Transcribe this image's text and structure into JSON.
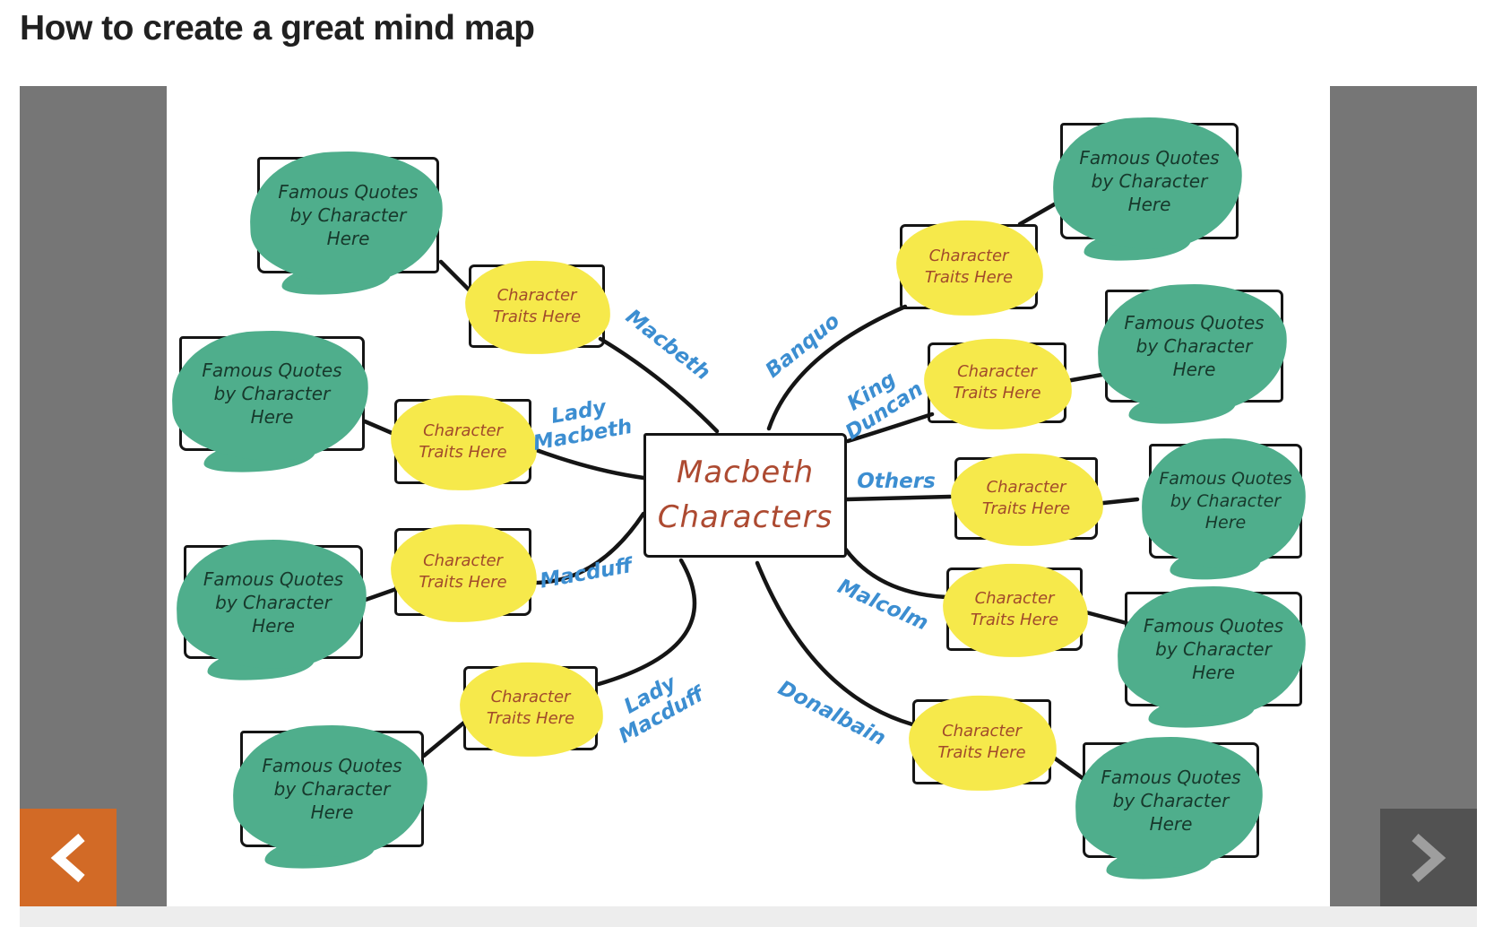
{
  "title": "How to create a great mind map",
  "diagram": {
    "center_title": "Macbeth Characters",
    "traits_box_text": "Character Traits Here",
    "quotes_box_text": "Famous Quotes by Character Here",
    "branches": [
      {
        "name": "Macbeth"
      },
      {
        "name": "Lady Macbeth"
      },
      {
        "name": "Macduff"
      },
      {
        "name": "Lady Macduff"
      },
      {
        "name": "Banquo"
      },
      {
        "name": "King Duncan"
      },
      {
        "name": "Others"
      },
      {
        "name": "Malcolm"
      },
      {
        "name": "Donalbain"
      }
    ]
  },
  "nav": {
    "prev_icon": "chevron-left",
    "next_icon": "chevron-right"
  },
  "colors": {
    "green": "#4fae8c",
    "green-text": "#17392c",
    "yellow": "#f6e94b",
    "yellow-text": "#a14a2b",
    "red": "#ad4a31",
    "blue": "#3c8ed1",
    "line": "#151515",
    "sidebar": "#767676",
    "prev": "#d26a26",
    "next": "#525252",
    "next-chev": "#9e9e9e",
    "strip": "#ededed",
    "title": "#202020"
  }
}
